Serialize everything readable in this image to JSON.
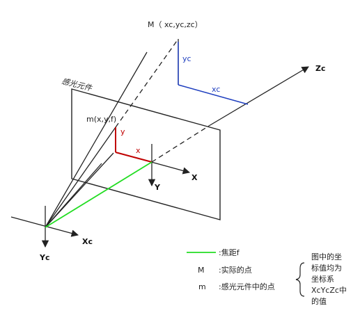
{
  "labels": {
    "point_M": "M（ xc,yc,zc）",
    "sensor": "感光元件",
    "point_m": "m(x,y,f)",
    "axis_Zc": "Zc",
    "axis_X": "X",
    "axis_Y": "Y",
    "axis_Xc": "Xc",
    "axis_Yc": "Yc",
    "seg_yc": "yc",
    "seg_xc": "xc",
    "seg_x": "x",
    "seg_y": "y"
  },
  "legend": {
    "focal_label": ":焦距f",
    "M_symbol": "M",
    "M_desc": ":实际的点",
    "m_symbol": "m",
    "m_desc": ":感光元件中的点",
    "note_lines": [
      "图中的坐",
      "标值均为",
      "坐标系",
      "XcYcZc中",
      "的值"
    ]
  },
  "colors": {
    "line": "#222222",
    "blue": "#1f3fbf",
    "red": "#c00000",
    "green": "#22dd22"
  }
}
